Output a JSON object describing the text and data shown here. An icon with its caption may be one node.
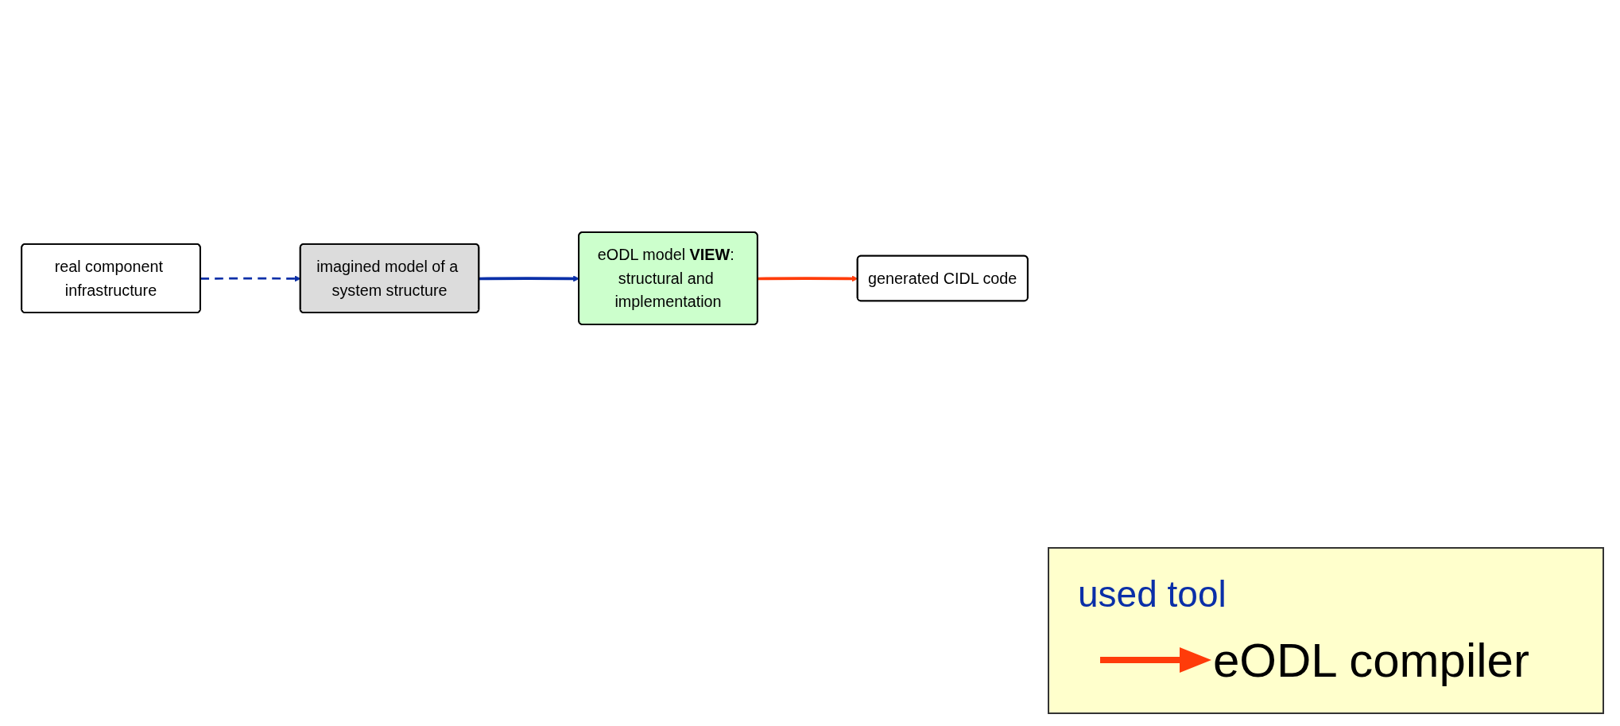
{
  "diagram": {
    "nodes": [
      {
        "text": [
          "imagined model of a system structure"
        ]
      },
      {
        "text": [
          "real component infrastructure"
        ]
      },
      {
        "text": [
          "eODL model **VIEW**: structural and implementation"
        ]
      },
      {
        "text": [
          "generated CIDL code"
        ]
      }
    ],
    "edges": [
      {
        "from": 1,
        "to": 0,
        "arrow": "to",
        "style": "dashed",
        "color": "#0a2fa8"
      },
      {
        "from": 0,
        "to": 2,
        "arrow": "to",
        "color": "#0a2fa8"
      },
      {
        "from": 2,
        "to": 3,
        "arrow": "to",
        "color": "#ff3c0a"
      }
    ],
    "labels": [
      "used tool"
    ],
    "legend": [
      {
        "text": "eODL compiler"
      }
    ]
  }
}
